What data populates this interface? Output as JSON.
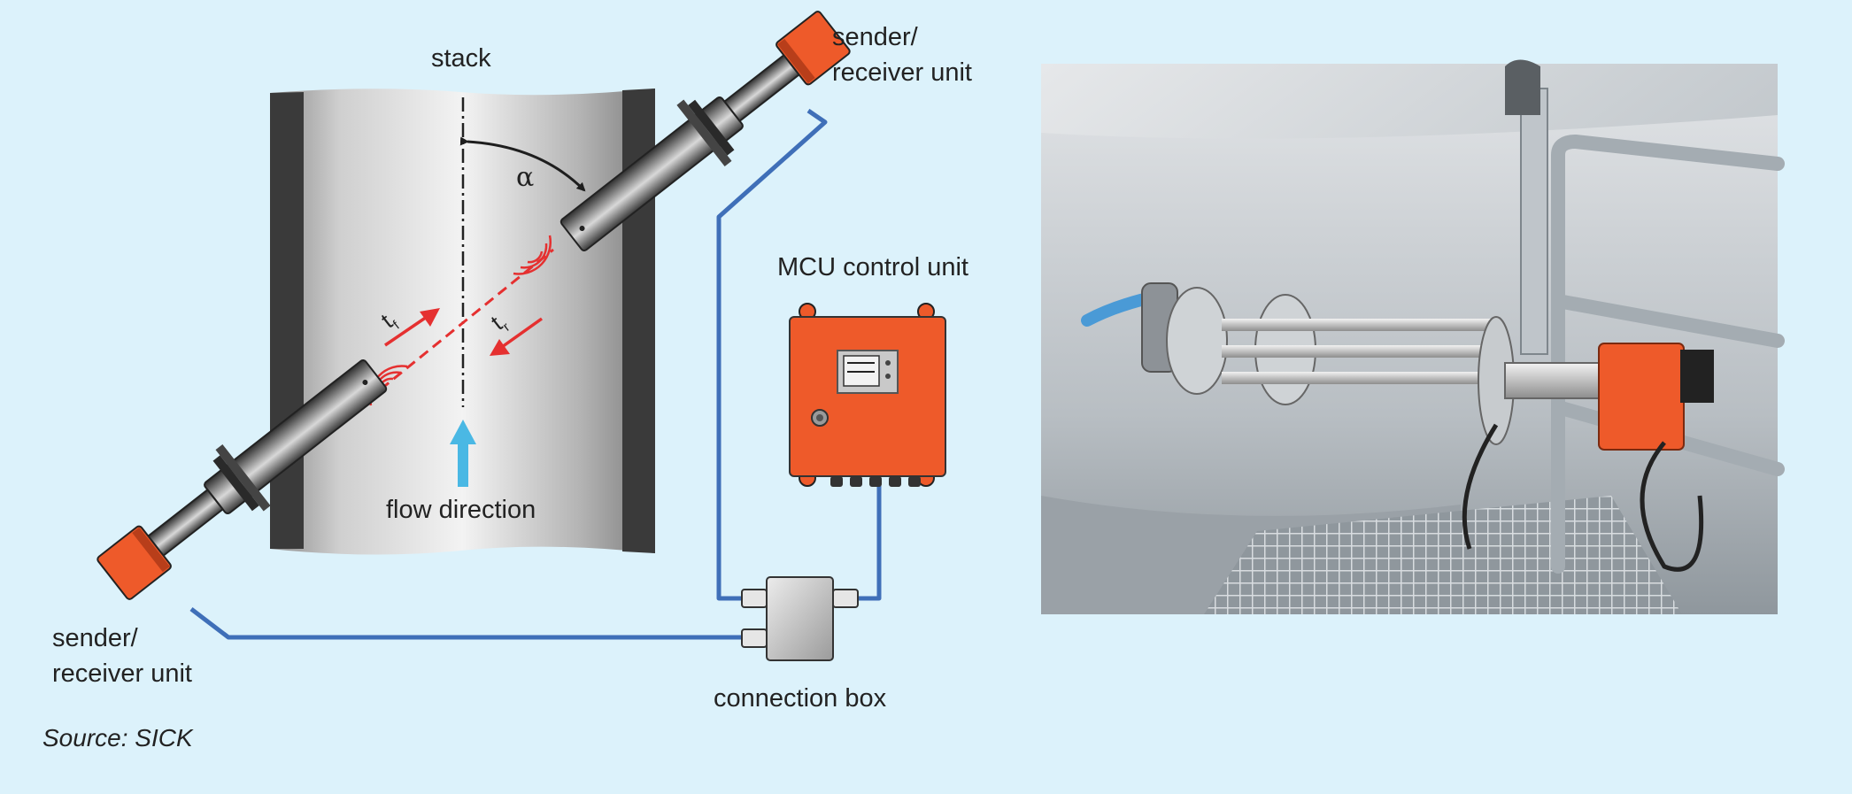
{
  "labels": {
    "stack": "stack",
    "sender_top_line1": "sender/",
    "sender_top_line2": "receiver unit",
    "sender_bottom_line1": "sender/",
    "sender_bottom_line2": "receiver unit",
    "mcu": "MCU control unit",
    "flow": "flow direction",
    "connection_box": "connection box",
    "angle": "α",
    "transit_time_left": "t",
    "transit_time_left_sub": "f",
    "transit_time_right": "t",
    "transit_time_right_sub": "r"
  },
  "source": "Source: SICK",
  "colors": {
    "background": "#dcf2fb",
    "orange": "#ee5a2a",
    "cable": "#3f6fb8",
    "signal": "#e53030",
    "flow_arrow": "#4ab8e4"
  }
}
